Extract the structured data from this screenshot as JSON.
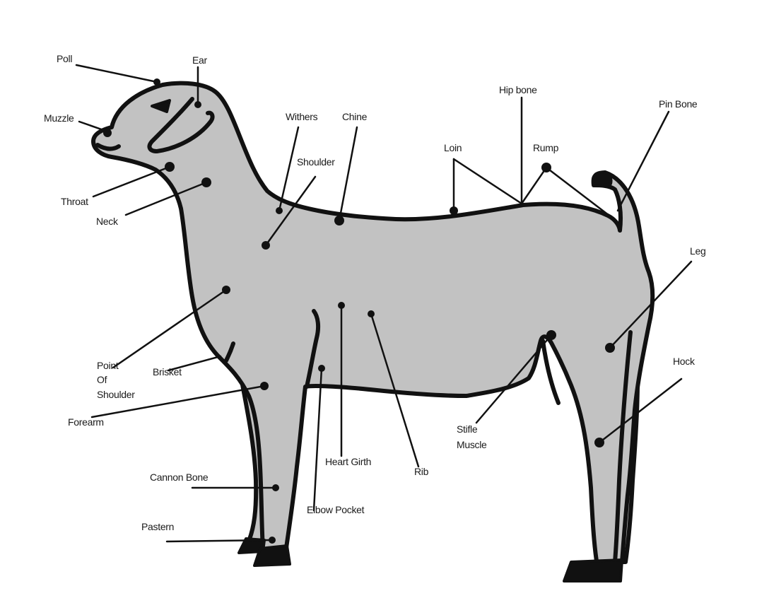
{
  "labels": {
    "poll": "Poll",
    "ear": "Ear",
    "muzzle": "Muzzle",
    "throat": "Throat",
    "neck": "Neck",
    "withers": "Withers",
    "chine": "Chine",
    "shoulder": "Shoulder",
    "loin": "Loin",
    "hip_bone": "Hip bone",
    "rump": "Rump",
    "pin_bone": "Pin Bone",
    "leg": "Leg",
    "hock": "Hock",
    "point_of_shoulder": [
      "Point",
      "Of",
      "Shoulder"
    ],
    "brisket": "Brisket",
    "forearm": "Forearm",
    "heart_girth": "Heart Girth",
    "rib": "Rib",
    "stifle_muscle": [
      "Stifle",
      "Muscle"
    ],
    "cannon_bone": "Cannon Bone",
    "elbow_pocket": "Elbow Pocket",
    "pastern": "Pastern"
  },
  "colors": {
    "body_fill": "#c2c2c2",
    "outline": "#111111",
    "background": "#ffffff"
  }
}
